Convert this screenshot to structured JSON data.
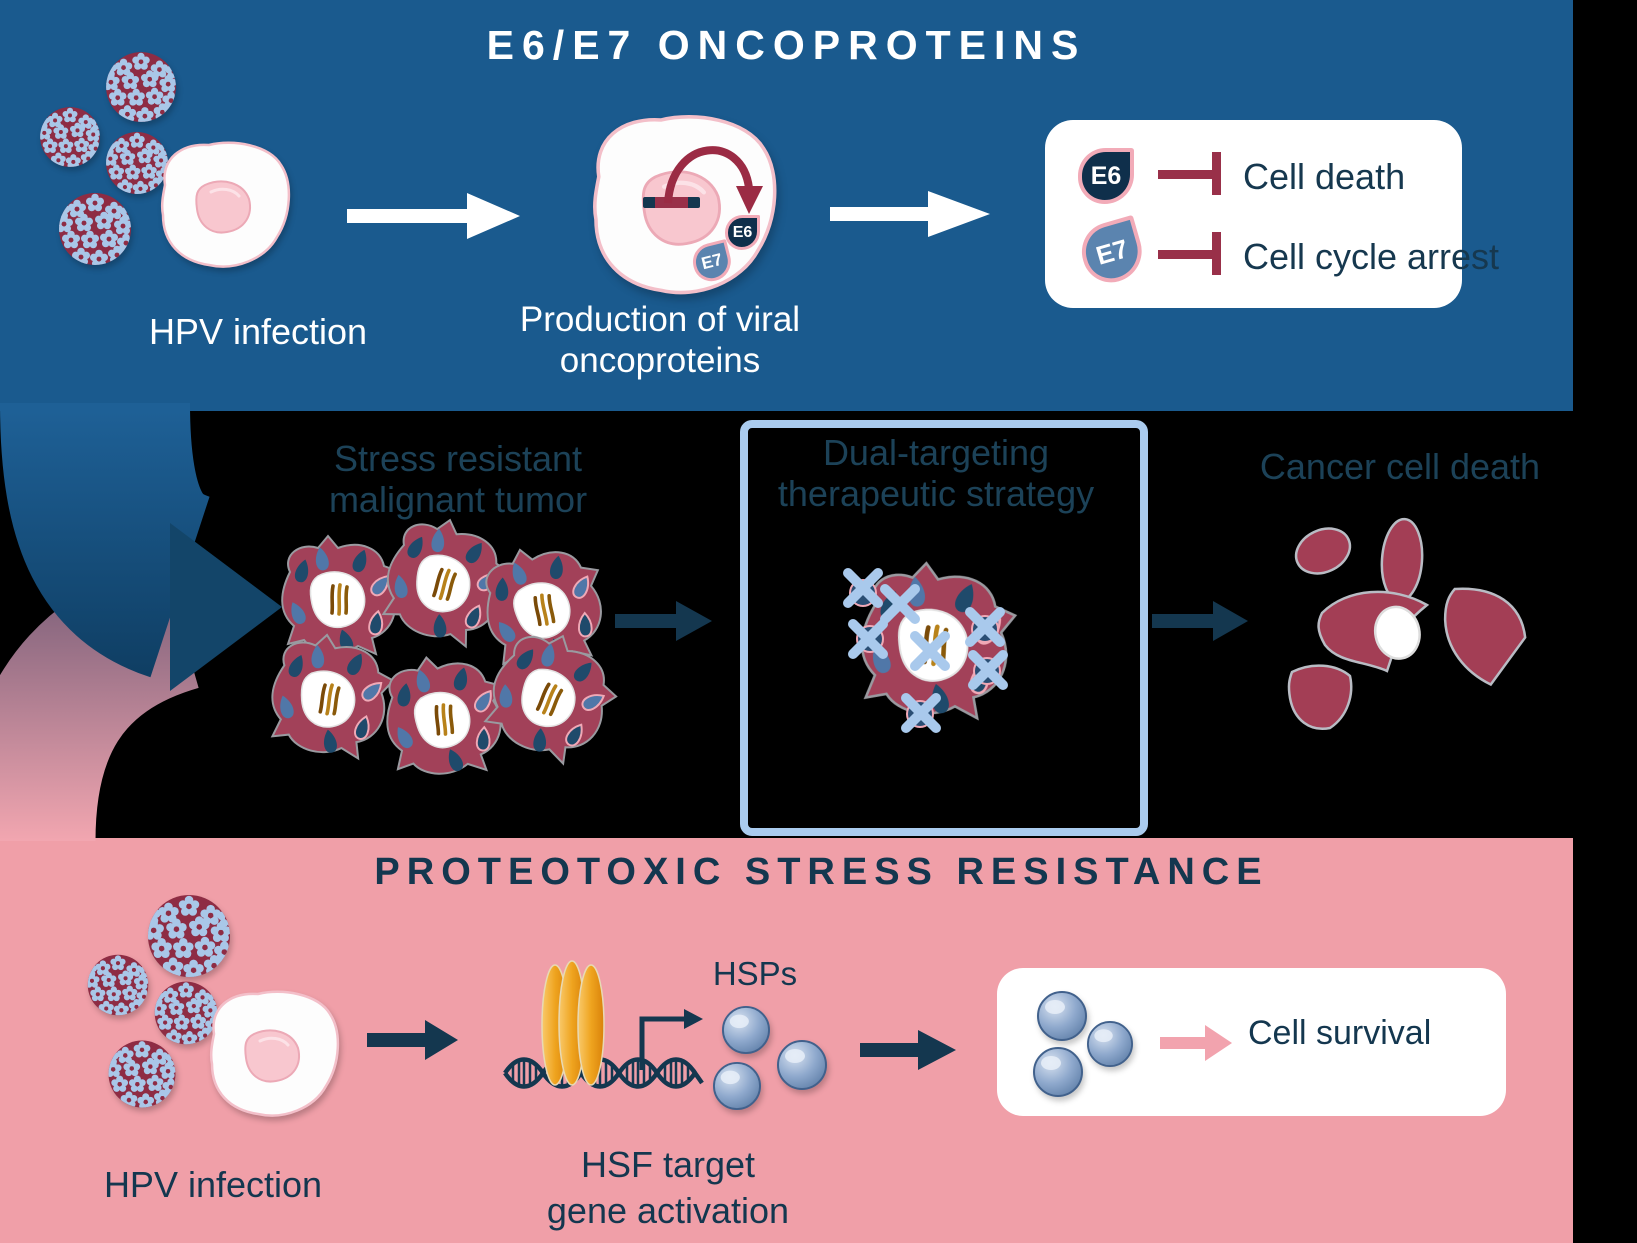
{
  "panels": {
    "oncoproteins": {
      "title": "E6/E7 ONCOPROTEINS",
      "hpv_label": "HPV infection",
      "production_label_line1": "Production of viral",
      "production_label_line2": "oncoproteins",
      "e6_badge": "E6",
      "e7_badge": "E7",
      "legend": {
        "e6_effect": "Cell death",
        "e7_effect": "Cell cycle arrest"
      }
    },
    "treatment": {
      "tumor_label_line1": "Stress resistant",
      "tumor_label_line2": "malignant tumor",
      "strategy_label_line1": "Dual-targeting",
      "strategy_label_line2": "therapeutic strategy",
      "outcome_label": "Cancer cell death"
    },
    "stress": {
      "title": "PROTEOTOXIC STRESS RESISTANCE",
      "hpv_label": "HPV infection",
      "hsf_label_line1": "HSF target",
      "hsf_label_line2": "gene activation",
      "hsps_label": "HSPs",
      "survival_label": "Cell survival"
    }
  },
  "icons": {
    "virus": "hpv-virion-icon",
    "arrow": "right-arrow-icon",
    "inhibition": "inhibition-bar-icon",
    "x_mark": "x-mark-icon",
    "transcription": "transcription-arrow-icon"
  },
  "colors": {
    "panel_blue": "#1A5A8E",
    "panel_pink": "#F09FA8",
    "navy_text": "#14374F",
    "maroon": "#993049",
    "virus_maroon": "#8E2C44",
    "virus_capsomere_blue": "#A9C7E8",
    "tumor_maroon": "#A24159",
    "x_mark_blue": "#A9C9EC",
    "strategy_border_blue": "#AACBEE",
    "hsp_sphere_blue": "#8FA9CD",
    "hsf_orange": "#EFA41F",
    "arrow_pink": "#F2A3AE",
    "e6_fill": "#0F2F4B",
    "e7_fill": "#5B84AF",
    "white": "#FFFFFF"
  }
}
